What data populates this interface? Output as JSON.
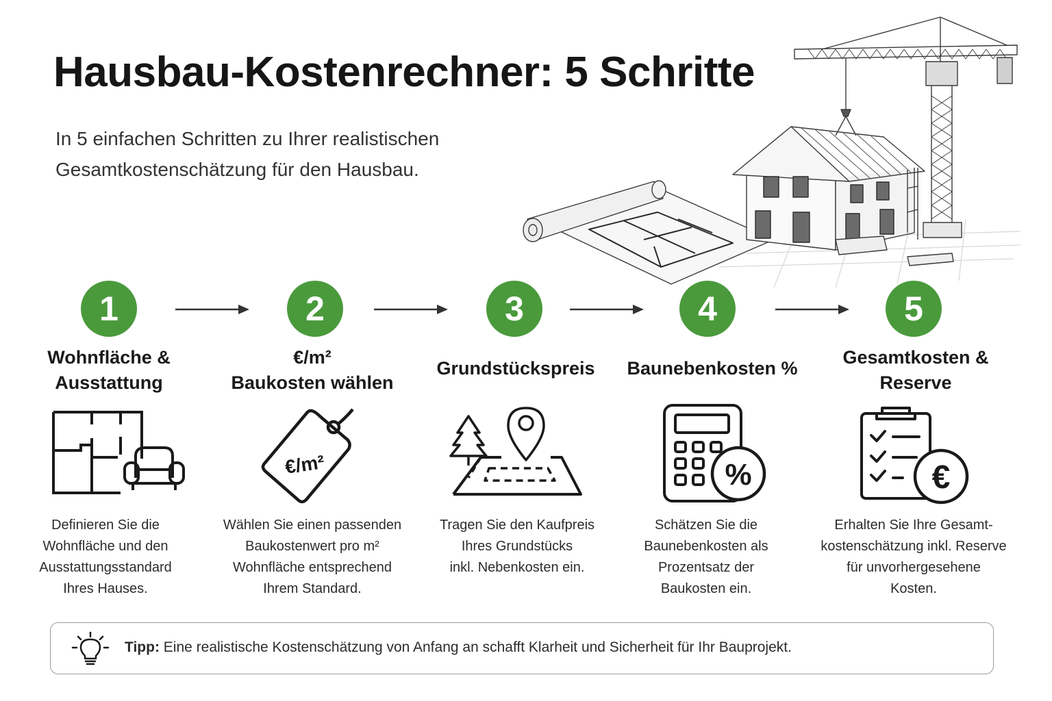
{
  "title": "Hausbau-Kostenrechner: 5 Schritte",
  "subtitle": {
    "line1": "In 5 einfachen Schritten zu Ihrer realistischen",
    "line2": "Gesamtkostenschätzung für den Hausbau."
  },
  "colors": {
    "accent": "#4a9a3c",
    "text": "#1a1a1a"
  },
  "steps": [
    {
      "number": "1",
      "title_lines": [
        "Wohnfläche &",
        "Ausstattung"
      ],
      "icon": "floorplan-armchair-icon",
      "desc_lines": [
        "Definieren Sie die",
        "Wohnfläche und den",
        "Ausstattungsstandard",
        "Ihres Hauses."
      ]
    },
    {
      "number": "2",
      "title_lines": [
        "€/m²",
        "Baukosten wählen"
      ],
      "icon": "price-tag-icon",
      "icon_text": "€/m²",
      "desc_lines": [
        "Wählen Sie einen passenden",
        "Baukostenwert pro m²",
        "Wohnfläche entsprechend",
        "Ihrem Standard."
      ]
    },
    {
      "number": "3",
      "title_lines": [
        "Grundstückspreis"
      ],
      "icon": "land-plot-pin-icon",
      "desc_lines": [
        "Tragen Sie den Kaufpreis",
        "Ihres Grundstücks",
        "inkl. Nebenkosten ein."
      ]
    },
    {
      "number": "4",
      "title_lines": [
        "Baunebenkosten %"
      ],
      "icon": "calculator-percent-icon",
      "icon_text": "%",
      "desc_lines": [
        "Schätzen Sie die",
        "Baunebenkosten als",
        "Prozentsatz der",
        "Baukosten ein."
      ]
    },
    {
      "number": "5",
      "title_lines": [
        "Gesamtkosten &",
        "Reserve"
      ],
      "icon": "clipboard-euro-icon",
      "icon_text": "€",
      "desc_lines": [
        "Erhalten Sie Ihre Gesamt-",
        "kostenschätzung inkl. Reserve",
        "für unvorhergesehene",
        "Kosten."
      ]
    }
  ],
  "tip": {
    "label": "Tipp:",
    "text": "Eine realistische Kostenschätzung von Anfang an schafft Klarheit und Sicherheit für Ihr Bauprojekt.",
    "icon": "lightbulb-icon"
  }
}
